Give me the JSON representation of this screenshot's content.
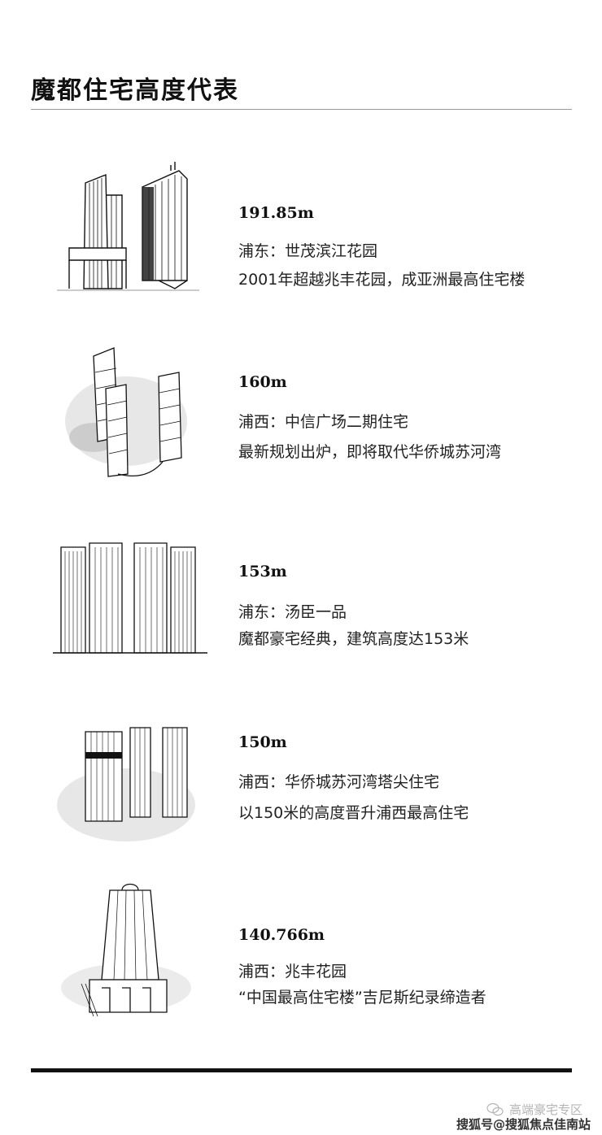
{
  "header": {
    "title": "魔都住宅高度代表"
  },
  "entries": [
    {
      "height": "191.85m",
      "location": "浦东：世茂滨江花园",
      "note": "2001年超越兆丰花园，成亚洲最高住宅楼"
    },
    {
      "height": "160m",
      "location": "浦西：中信广场二期住宅",
      "note": "最新规划出炉，即将取代华侨城苏河湾"
    },
    {
      "height": "153m",
      "location": "浦东：汤臣一品",
      "note": "魔都豪宅经典，建筑高度达153米"
    },
    {
      "height": "150m",
      "location": "浦西：华侨城苏河湾塔尖住宅",
      "note": "以150米的高度晋升浦西最高住宅"
    },
    {
      "height": "140.766m",
      "location": "浦西：兆丰花园",
      "note": "“中国最高住宅楼”吉尼斯纪录缔造者"
    }
  ],
  "footer": {
    "account": "高端豪宅专区",
    "icon": "wechat-icon",
    "watermark": "搜狐号@搜狐焦点佳南站"
  }
}
